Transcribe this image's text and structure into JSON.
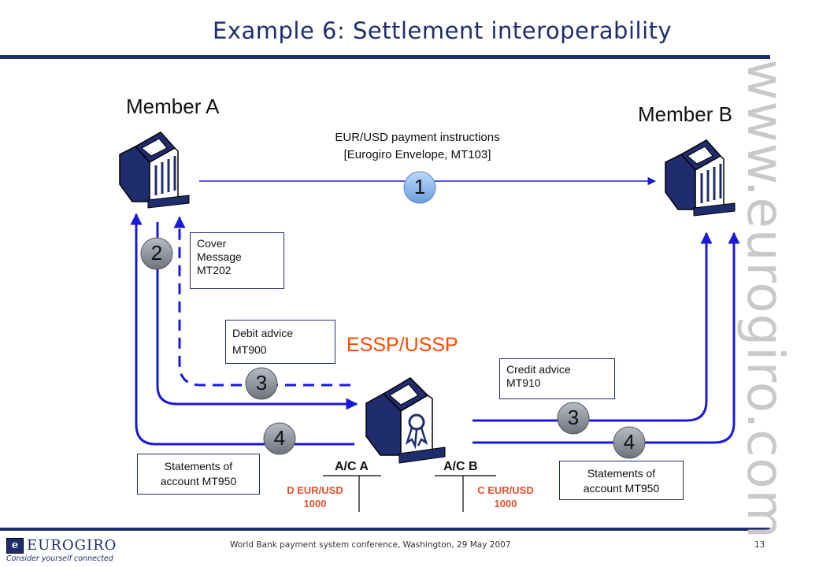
{
  "title": "Example 6: Settlement interoperability",
  "watermark": "www.eurogiro.com",
  "member_a": "Member A",
  "member_b": "Member B",
  "payment_instructions": {
    "line1": "EUR/USD payment instructions",
    "line2": "[Eurogiro Envelope, MT103]"
  },
  "cover_message": {
    "line1": "Cover",
    "line2": "Message",
    "line3": "MT202"
  },
  "debit_advice": {
    "line1": "Debit advice",
    "line2": "MT900"
  },
  "credit_advice": {
    "line1": "Credit advice",
    "line2": "MT910"
  },
  "essp": "ESSP/USSP",
  "statements_a": {
    "line1": "Statements of",
    "line2": "account  MT950"
  },
  "statements_b": {
    "line1": "Statements of",
    "line2": "account  MT950"
  },
  "steps": {
    "s1": "1",
    "s2": "2",
    "s3a": "3",
    "s3b": "3",
    "s4a": "4",
    "s4b": "4"
  },
  "accounts": {
    "a_label": "A/C  A",
    "b_label": "A/C  B",
    "a_entry1": "D EUR/USD",
    "a_entry2": "1000",
    "b_entry1": "C EUR/USD",
    "b_entry2": "1000"
  },
  "footer": {
    "logo_text": "EUROGIRO",
    "tagline": "Consider yourself connected",
    "conference": "World Bank payment system conference, Washington, 29 May 2007",
    "page_number": "13"
  },
  "colors": {
    "navy": "#1f2d6e",
    "arrow_blue": "#1a1ad6",
    "step1_blue": "#7fb0e8",
    "step_gray": "#8a8f99",
    "essp_orange": "#ff4a00",
    "entry_red": "#e8502a"
  }
}
